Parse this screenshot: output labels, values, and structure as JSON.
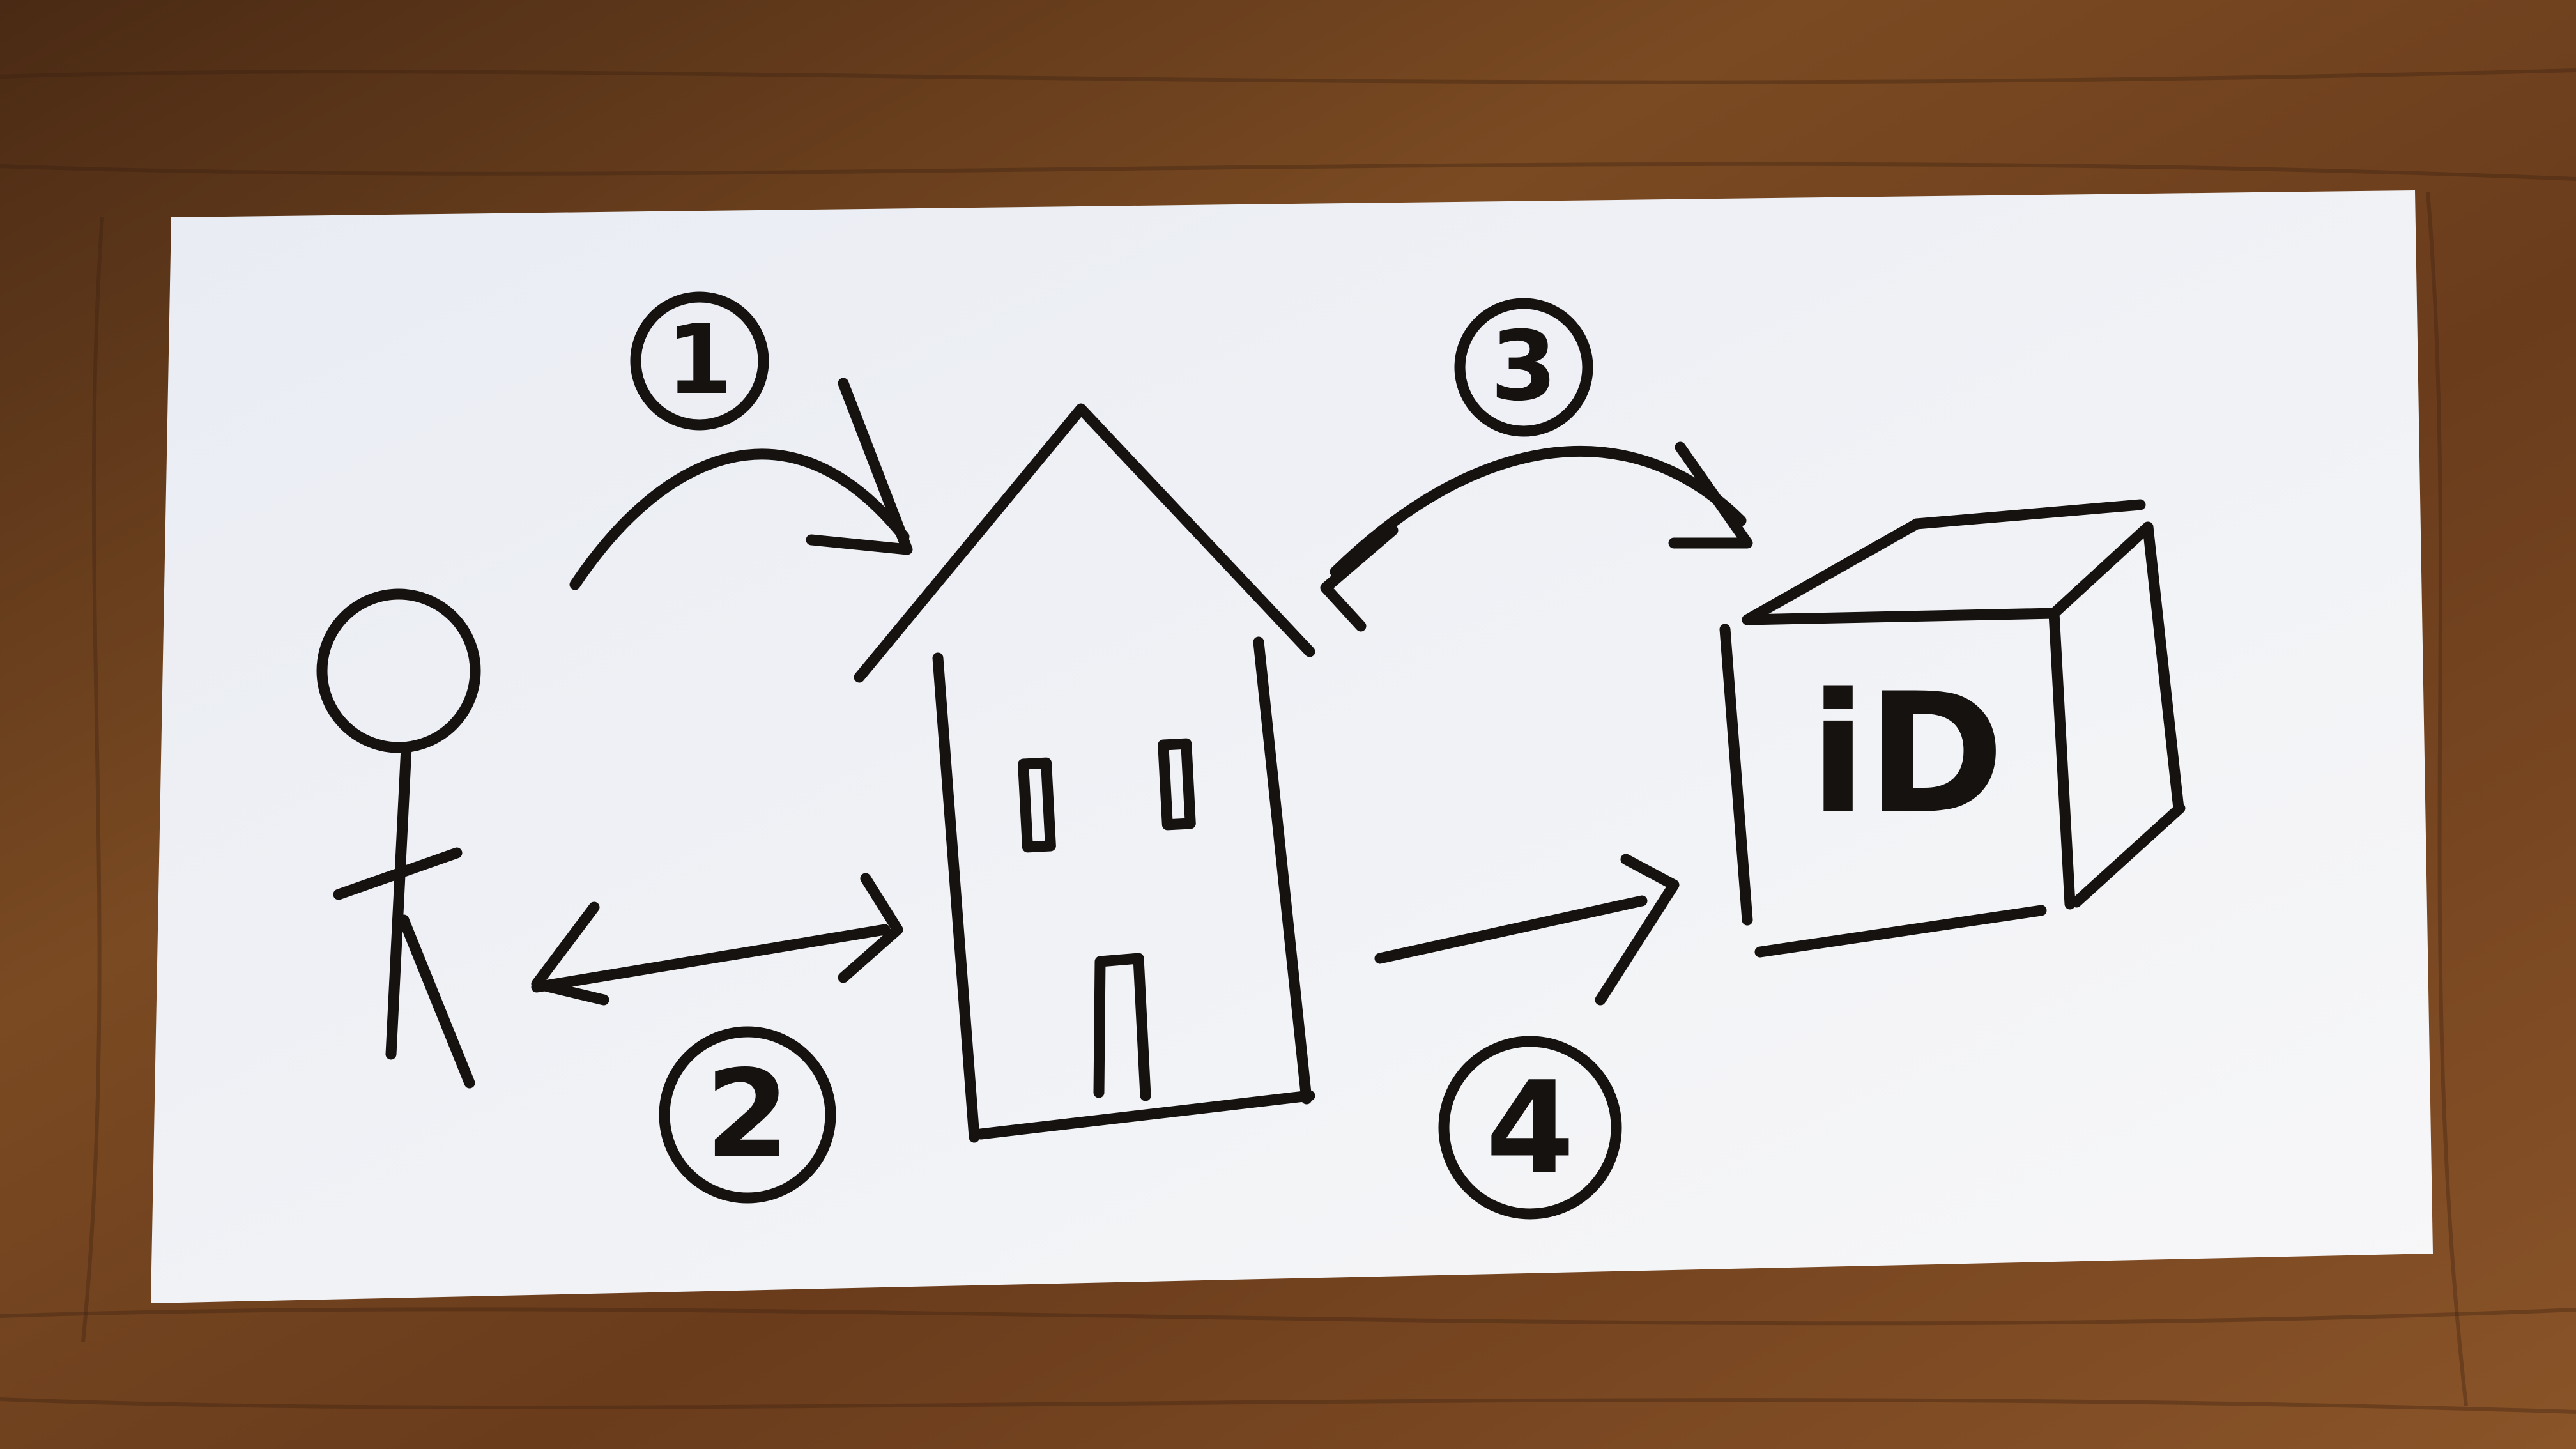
{
  "diagram": {
    "steps": [
      {
        "number": "1"
      },
      {
        "number": "2"
      },
      {
        "number": "3"
      },
      {
        "number": "4"
      }
    ],
    "id_box": {
      "text": "iD"
    }
  },
  "colors": {
    "ink": "#161210",
    "paper": "#f3f4f6",
    "table": "#6b3f1f"
  }
}
